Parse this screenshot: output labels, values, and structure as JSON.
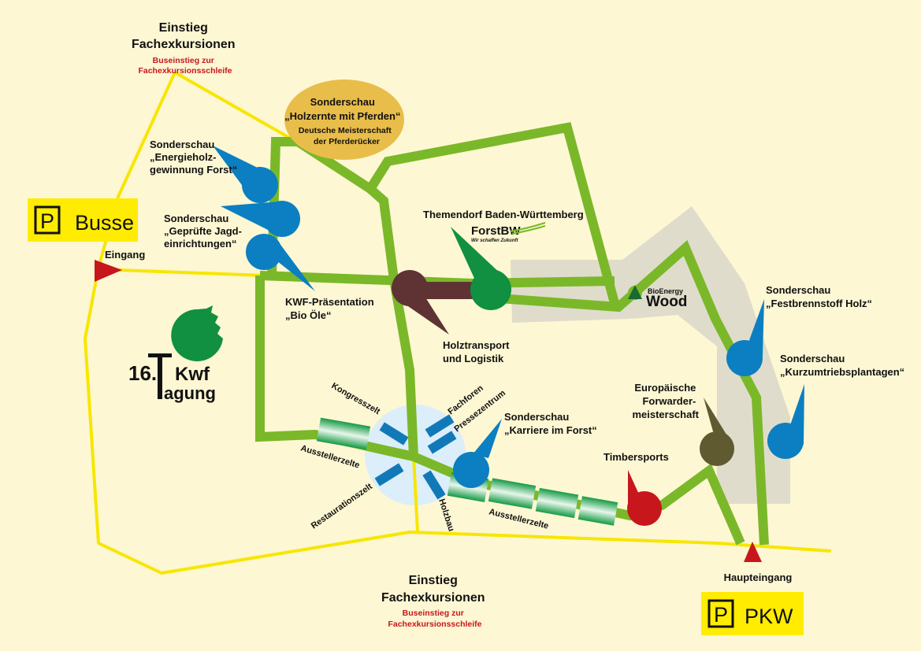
{
  "map": {
    "einstieg_top": {
      "line1": "Einstieg",
      "line2": "Fachexkursionen",
      "sub1": "Buseinstieg zur",
      "sub2": "Fachexkursionsschleife"
    },
    "einstieg_bottom": {
      "line1": "Einstieg",
      "line2": "Fachexkursionen",
      "sub1": "Buseinstieg zur",
      "sub2": "Fachexkursionsschleife"
    },
    "holzernte": {
      "line1": "Sonderschau",
      "line2": "„Holzernte mit Pferden“",
      "line3": "Deutsche Meisterschaft",
      "line4": "der Pferderücker"
    },
    "energieholz": {
      "line1": "Sonderschau",
      "line2": "„Energieholz-",
      "line3": "gewinnung Forst“"
    },
    "jagd": {
      "line1": "Sonderschau",
      "line2": "„Geprüfte Jagd-",
      "line3": "einrichtungen“"
    },
    "parking_bus": {
      "symbol": "P",
      "label": "Busse"
    },
    "parking_car": {
      "symbol": "P",
      "label": "PKW"
    },
    "eingang": "Eingang",
    "haupteingang": "Haupteingang",
    "kwf_praesentation": {
      "line1": "KWF-Präsentation",
      "line2": "„Bio Öle“"
    },
    "themendorf": {
      "title": "Themendorf Baden-Württemberg",
      "logo": "ForstBW",
      "logo_tagline": "Wir schaffen Zukunft"
    },
    "holztransport": {
      "line1": "Holztransport",
      "line2": "und Logistik"
    },
    "bioenergy": {
      "line1": "BioEnergy",
      "line2": "Wood"
    },
    "festbrennstoff": {
      "line1": "Sonderschau",
      "line2": "„Festbrennstoff Holz“"
    },
    "kurzumtrieb": {
      "line1": "Sonderschau",
      "line2": "„Kurzumtriebsplantagen“"
    },
    "forwarder": {
      "line1": "Europäische",
      "line2": "Forwarder-",
      "line3": "meisterschaft"
    },
    "timbersports": "Timbersports",
    "karriere": {
      "line1": "Sonderschau",
      "line2": "„Karriere im Forst“"
    },
    "tents": {
      "kongress": "Kongresszelt",
      "fachforen": "Fachforen",
      "presse": "Pressezentrum",
      "restauration": "Restaurationszelt",
      "holzbau": "Holzbau",
      "aussteller_left": "Ausstellerzelte",
      "aussteller_right": "Ausstellerzelte"
    },
    "logo_kwf": {
      "number": "16.",
      "brand": "Kwf",
      "word": "agung"
    }
  },
  "colors": {
    "background": "#fdf7d3",
    "path": "#7ab829",
    "road": "#f7e600",
    "blue": "#0b7fc1",
    "brown": "#5f3334",
    "green": "#109040",
    "olive": "#5f5a30",
    "red": "#c8161d",
    "zone": "#e0dccb"
  }
}
